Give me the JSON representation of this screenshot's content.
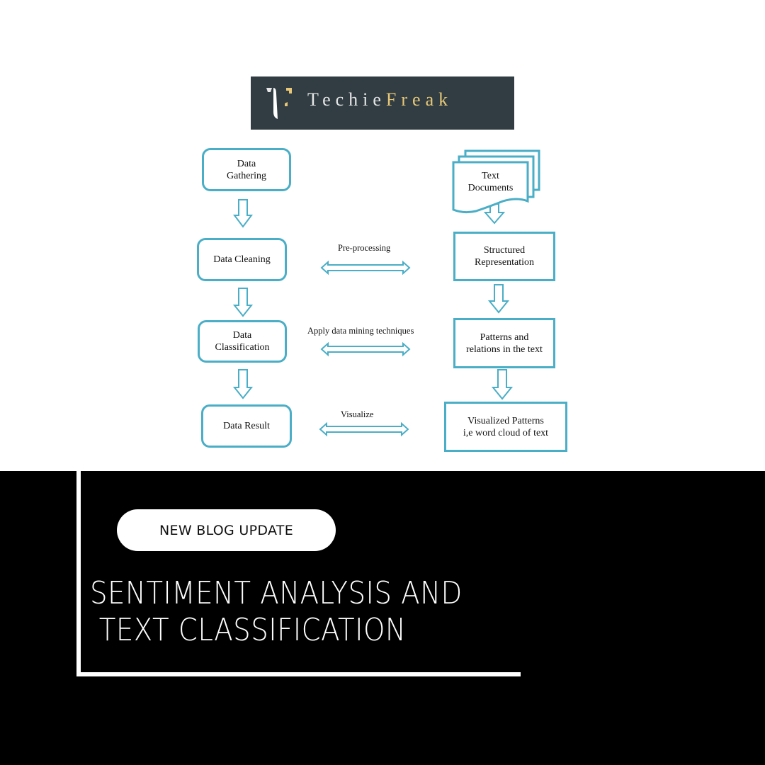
{
  "brand": {
    "logo_text_light": "Techie",
    "logo_text_accent": "Freak",
    "logo_bg": "#313d42",
    "accent_color": "#e8c878"
  },
  "diagram": {
    "stroke_color": "#4aaec6",
    "left_column": [
      {
        "id": "data-gathering",
        "label_lines": [
          "Data",
          "Gathering"
        ]
      },
      {
        "id": "data-cleaning",
        "label_lines": [
          "Data Cleaning"
        ]
      },
      {
        "id": "data-classification",
        "label_lines": [
          "Data",
          "Classification"
        ]
      },
      {
        "id": "data-result",
        "label_lines": [
          "Data Result"
        ]
      }
    ],
    "right_column": [
      {
        "id": "text-documents",
        "label_lines": [
          "Text",
          "Documents"
        ]
      },
      {
        "id": "structured-representation",
        "label_lines": [
          "Structured",
          "Representation"
        ]
      },
      {
        "id": "patterns-relations",
        "label_lines": [
          "Patterns and",
          "relations in the text"
        ]
      },
      {
        "id": "visualized-patterns",
        "label_lines": [
          "Visualized Patterns",
          "i,e word cloud of text"
        ]
      }
    ],
    "edge_labels": {
      "preprocessing": "Pre-processing",
      "mining": "Apply data mining techniques",
      "visualize": "Visualize"
    }
  },
  "banner": {
    "badge": "NEW BLOG UPDATE",
    "title_line1": "SENTIMENT ANALYSIS AND",
    "title_line2": " TEXT CLASSIFICATION"
  }
}
